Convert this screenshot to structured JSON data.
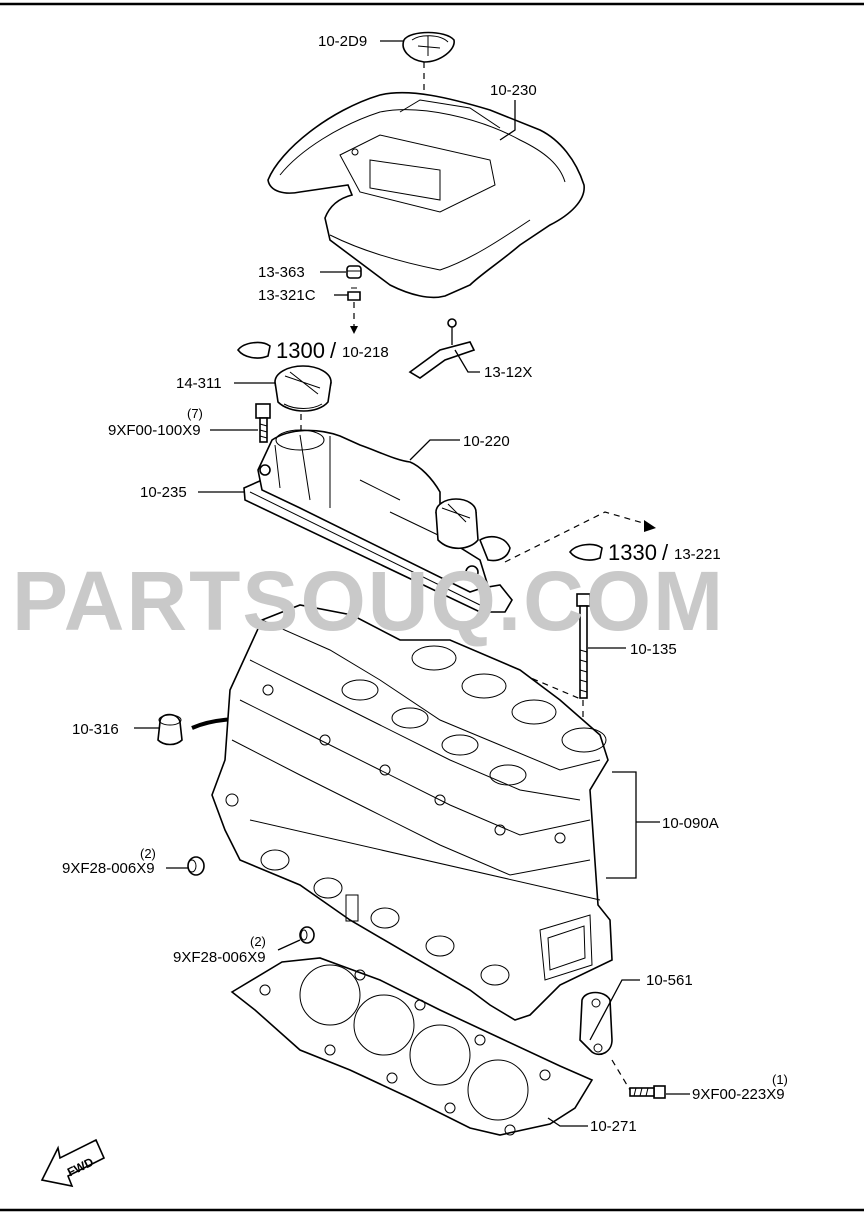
{
  "watermark": "PARTSOUQ.COM",
  "callouts": {
    "oil_cap_top": "10-2D9",
    "engine_cover": "10-230",
    "grommet": "13-363",
    "stud": "13-321C",
    "ref_1300_num": "1300",
    "ref_1300_sep": "/",
    "ref_1300_part": "10-218",
    "bracket": "13-12X",
    "oil_filler_cap": "14-311",
    "bolt_qty": "(7)",
    "bolt": "9XF00-100X9",
    "cylinder_head_cover": "10-220",
    "cover_gasket": "10-235",
    "ref_1330_num": "1330",
    "ref_1330_sep": "/",
    "ref_1330_part": "13-221",
    "head_bolt": "10-135",
    "plug": "10-316",
    "cylinder_head": "10-090A",
    "plug_qty_1": "(2)",
    "plug_1": "9XF28-006X9",
    "plug_qty_2": "(2)",
    "plug_2": "9XF28-006X9",
    "hanger": "10-561",
    "hanger_bolt_qty": "(1)",
    "hanger_bolt": "9XF00-223X9",
    "head_gasket": "10-271",
    "fwd": "FWD"
  }
}
